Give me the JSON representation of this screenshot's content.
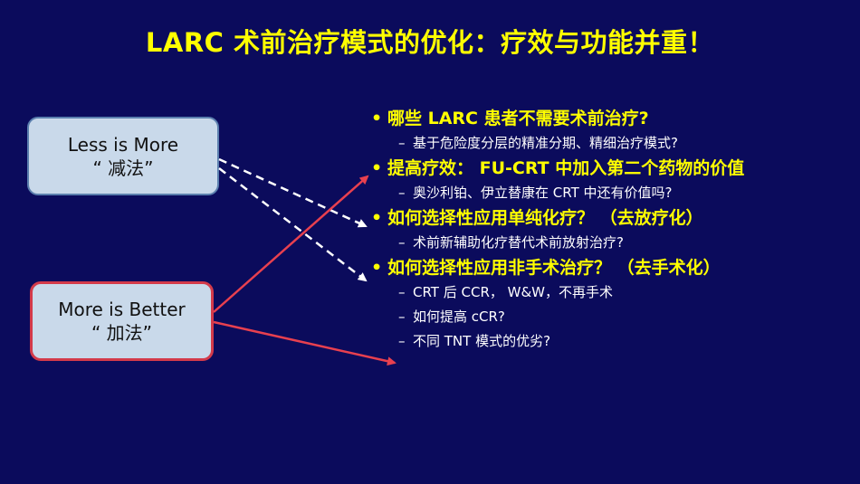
{
  "title": "LARC 术前治疗模式的优化：疗效与功能并重！",
  "boxes": {
    "less": {
      "line1": "Less is More",
      "line2": "“ 减法”"
    },
    "more": {
      "line1": "More is Better",
      "line2": "“ 加法”"
    }
  },
  "list": {
    "bullet": "•",
    "dash": "–",
    "items": [
      {
        "text": "哪些 LARC 患者不需要术前治疗?",
        "subs": [
          "基于危险度分层的精准分期、精细治疗模式?"
        ]
      },
      {
        "text": "提高疗效： FU-CRT 中加入第二个药物的价值",
        "subs": [
          "奥沙利铂、伊立替康在 CRT 中还有价值吗?"
        ]
      },
      {
        "text": "如何选择性应用单纯化疗？ （去放疗化）",
        "subs": [
          "术前新辅助化疗替代术前放射治疗?"
        ]
      },
      {
        "text": "如何选择性应用非手术治疗？ （去手术化）",
        "subs": [
          "CRT 后 CCR，  W&W，不再手术",
          "如何提高 cCR?",
          "不同 TNT 模式的优劣?"
        ]
      }
    ]
  },
  "colors": {
    "background": "#0b0b5c",
    "title": "#ffff00",
    "box_fill": "#c9d9ea",
    "less_border": "#5b7fae",
    "more_border": "#d33a4a",
    "dashed_arrow": "#ffffff",
    "solid_arrow": "#e8404f"
  }
}
